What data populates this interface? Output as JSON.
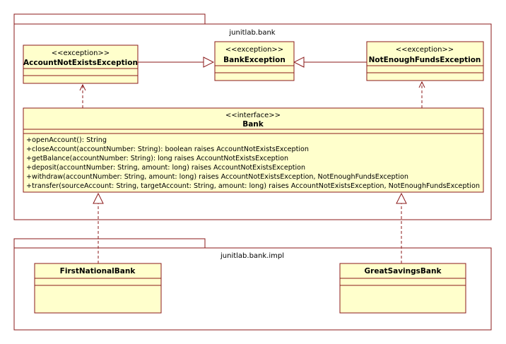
{
  "colors": {
    "border": "#8b1a1a",
    "class_fill": "#ffffcc",
    "background": "#ffffff",
    "text": "#000000"
  },
  "packages": {
    "bank": {
      "name": "junitlab.bank"
    },
    "impl": {
      "name": "junitlab.bank.impl"
    }
  },
  "classes": {
    "account_not_exists": {
      "stereotype": "<<exception>>",
      "name": "AccountNotExistsException"
    },
    "bank_exception": {
      "stereotype": "<<exception>>",
      "name": "BankException"
    },
    "not_enough_funds": {
      "stereotype": "<<exception>>",
      "name": "NotEnoughFundsException"
    },
    "bank": {
      "stereotype": "<<interface>>",
      "name": "Bank",
      "operations": [
        "+openAccount(): String",
        "+closeAccount(accountNumber: String): boolean raises AccountNotExistsException",
        "+getBalance(accountNumber: String): long raises AccountNotExistsException",
        "+deposit(accountNumber: String, amount: long) raises AccountNotExistsException",
        "+withdraw(accountNumber: String, amount: long) raises AccountNotExistsException, NotEnoughFundsException",
        "+transfer(sourceAccount: String, targetAccount: String, amount: long) raises AccountNotExistsException, NotEnoughFundsException"
      ]
    },
    "first_national": {
      "name": "FirstNationalBank"
    },
    "great_savings": {
      "name": "GreatSavingsBank"
    }
  }
}
